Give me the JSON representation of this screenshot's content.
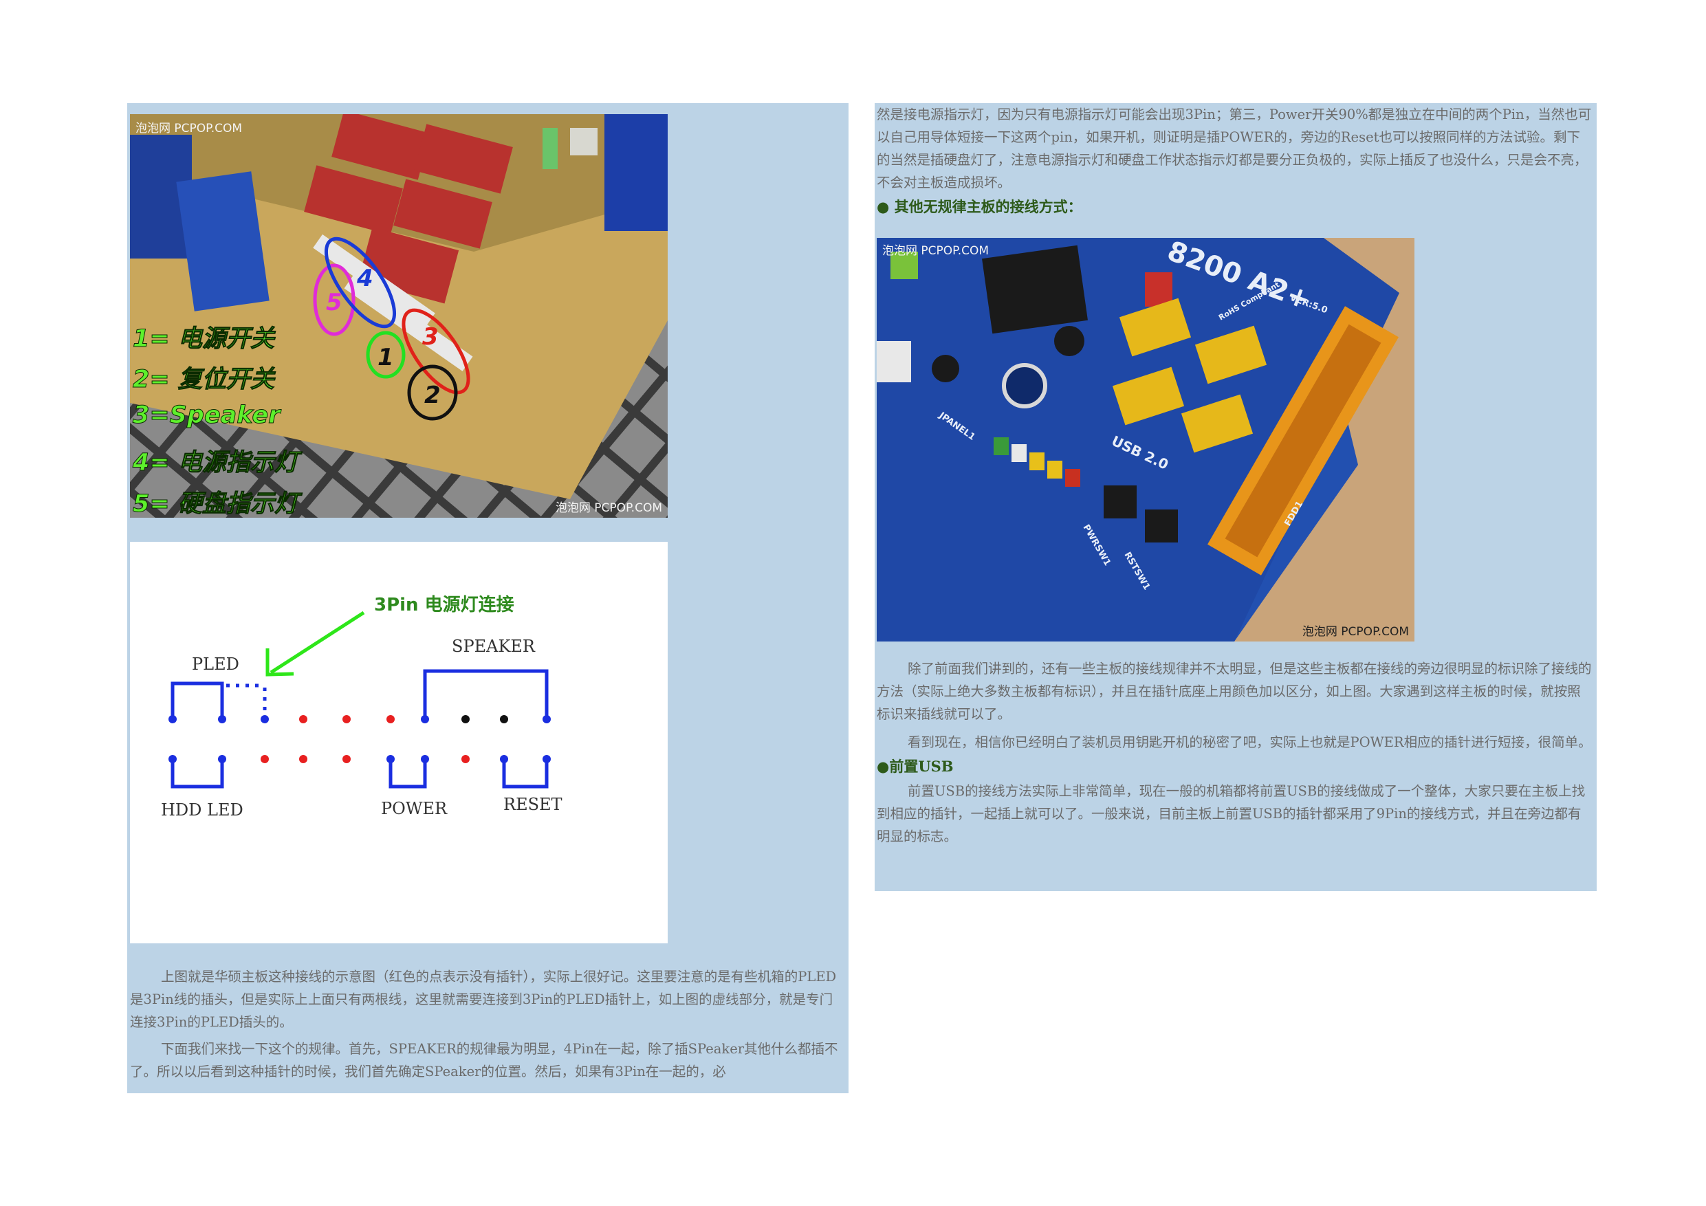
{
  "photo1": {
    "watermark_top": "泡泡网 PCPOP.COM",
    "watermark_bottom": "泡泡网 PCPOP.COM",
    "legend": [
      "1= 电源开关",
      "2= 复位开关",
      "3=Speaker",
      "4= 电源指示灯",
      "5= 硬盘指示灯"
    ],
    "markers": [
      "1",
      "2",
      "3",
      "4",
      "5"
    ]
  },
  "diagram": {
    "title": "3Pin 电源灯连接",
    "labels": {
      "pled": "PLED",
      "speaker": "SPEAKER",
      "hdd_led": "HDD LED",
      "power": "POWER",
      "reset": "RESET"
    }
  },
  "left_text": [
    "上图就是华硕主板这种接线的示意图（红色的点表示没有插针），实际上很好记。这里要注意的是有些机箱的PLED是3Pin线的插头，但是实际上上面只有两根线，这里就需要连接到3Pin的PLED插针上，如上图的虚线部分，就是专门连接3Pin的PLED插头的。",
    "下面我们来找一下这个的规律。首先，SPEAKER的规律最为明显，4Pin在一起，除了插SPeaker其他什么都插不了。所以以后看到这种插针的时候，我们首先确定SPeaker的位置。然后，如果有3Pin在一起的，必"
  ],
  "right_text": {
    "p1": "然是接电源指示灯，因为只有电源指示灯可能会出现3Pin；第三，Power开关90%都是独立在中间的两个Pin，当然也可以自己用导体短接一下这两个pin，如果开机，则证明是插POWER的，旁边的Reset也可以按照同样的方法试验。剩下的当然是插硬盘灯了，注意电源指示灯和硬盘工作状态指示灯都是要分正负极的，实际上插反了也没什么，只是会不亮，不会对主板造成损坏。",
    "heading1": "●  其他无规律主板的接线方式：",
    "p2": "除了前面我们讲到的，还有一些主板的接线规律并不太明显，但是这些主板都在接线的旁边很明显的标识除了接线的方法（实际上绝大多数主板都有标识），并且在插针底座上用颜色加以区分，如上图。大家遇到这样主板的时候，就按照标识来插线就可以了。",
    "p3": "看到现在，相信你已经明白了装机员用钥匙开机的秘密了吧，实际上也就是POWER相应的插针进行短接，很简单。",
    "heading2": "●前置USB",
    "p4": "前置USB的接线方法实际上非常简单，现在一般的机箱都将前置USB的接线做成了一个整体，大家只要在主板上找到相应的插针，一起插上就可以了。一般来说，目前主板上前置USB的插针都采用了9Pin的接线方式，并且在旁边都有明显的标志。"
  },
  "photo2": {
    "watermark_top": "泡泡网 PCPOP.COM",
    "watermark_bottom": "泡泡网 PCPOP.COM",
    "board_text": [
      "8200 A2+",
      "USB 2.0",
      "JPANEL1",
      "PWRSW1",
      "RSTSW1",
      "FDD1",
      "RoHS Compliant",
      "VER:5.0"
    ]
  },
  "colors": {
    "panel": "#bcd3e6",
    "heading": "#2d5a1a",
    "text": "#6b6b6b",
    "legend": "#5ef02c",
    "diagram_blue": "#1a2ee0",
    "diagram_red": "#e82020",
    "diagram_green": "#2ee61a"
  }
}
